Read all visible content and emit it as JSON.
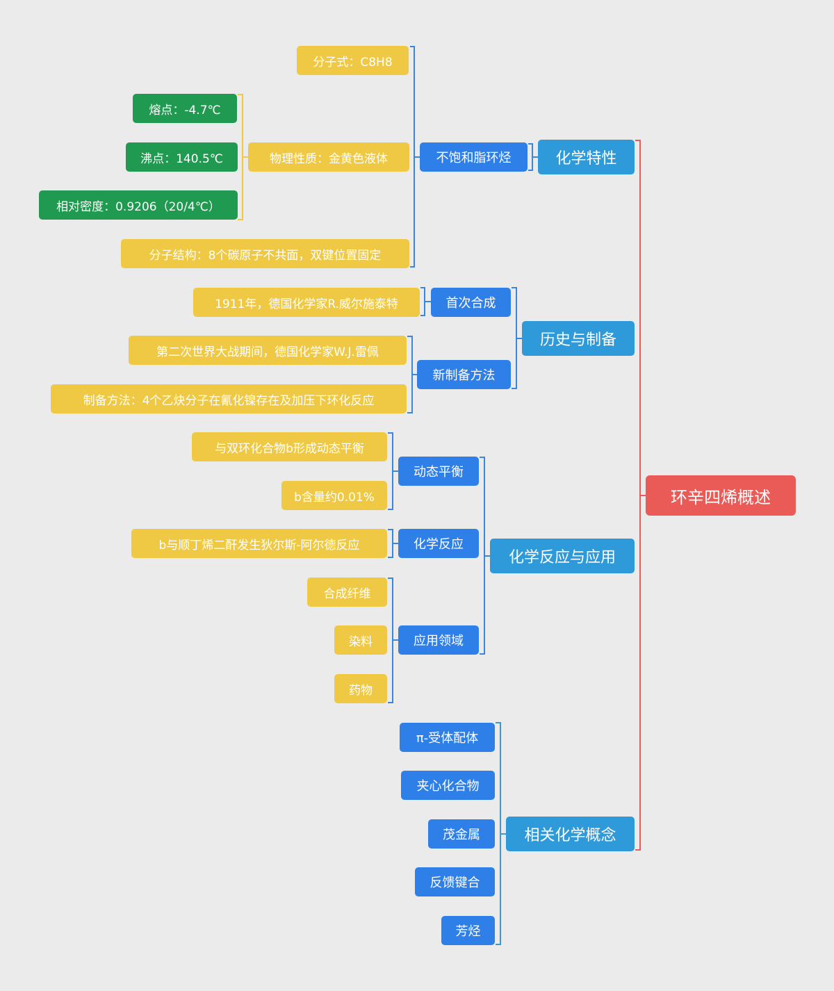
{
  "root": {
    "label": "环辛四烯概述",
    "color": "#ea5b57"
  },
  "branches": [
    {
      "label": "化学特性",
      "children": [
        {
          "label": "不饱和脂环烃",
          "children": [
            {
              "label": "分子式：C8H8"
            },
            {
              "label": "物理性质：金黄色液体",
              "children": [
                {
                  "label": "熔点：-4.7℃"
                },
                {
                  "label": "沸点：140.5℃"
                },
                {
                  "label": "相对密度：0.9206（20/4℃）"
                }
              ]
            },
            {
              "label": "分子结构：8个碳原子不共面，双键位置固定"
            }
          ]
        }
      ]
    },
    {
      "label": "历史与制备",
      "children": [
        {
          "label": "首次合成",
          "children": [
            {
              "label": "1911年，德国化学家R.威尔施泰特"
            }
          ]
        },
        {
          "label": "新制备方法",
          "children": [
            {
              "label": "第二次世界大战期间，德国化学家W.J.雷佩"
            },
            {
              "label": "制备方法：4个乙炔分子在氰化镍存在及加压下环化反应"
            }
          ]
        }
      ]
    },
    {
      "label": "化学反应与应用",
      "children": [
        {
          "label": "动态平衡",
          "children": [
            {
              "label": "与双环化合物b形成动态平衡"
            },
            {
              "label": "b含量约0.01%"
            }
          ]
        },
        {
          "label": "化学反应",
          "children": [
            {
              "label": "b与顺丁烯二酐发生狄尔斯-阿尔德反应"
            }
          ]
        },
        {
          "label": "应用领域",
          "children": [
            {
              "label": "合成纤维"
            },
            {
              "label": "染料"
            },
            {
              "label": "药物"
            }
          ]
        }
      ]
    },
    {
      "label": "相关化学概念",
      "children": [
        {
          "label": "π-受体配体"
        },
        {
          "label": "夹心化合物"
        },
        {
          "label": "茂金属"
        },
        {
          "label": "反馈键合"
        },
        {
          "label": "芳烃"
        }
      ]
    }
  ],
  "colors": {
    "background": "#ebebeb",
    "root": "#ea5b57",
    "level1": "#2e9ad9",
    "level2": "#2f7fe8",
    "leaf_yellow": "#f0c944",
    "leaf_green": "#1f9a50",
    "line_red": "#ea5b57",
    "line_blue": "#3a86d8",
    "line_yellow": "#f0c944"
  }
}
